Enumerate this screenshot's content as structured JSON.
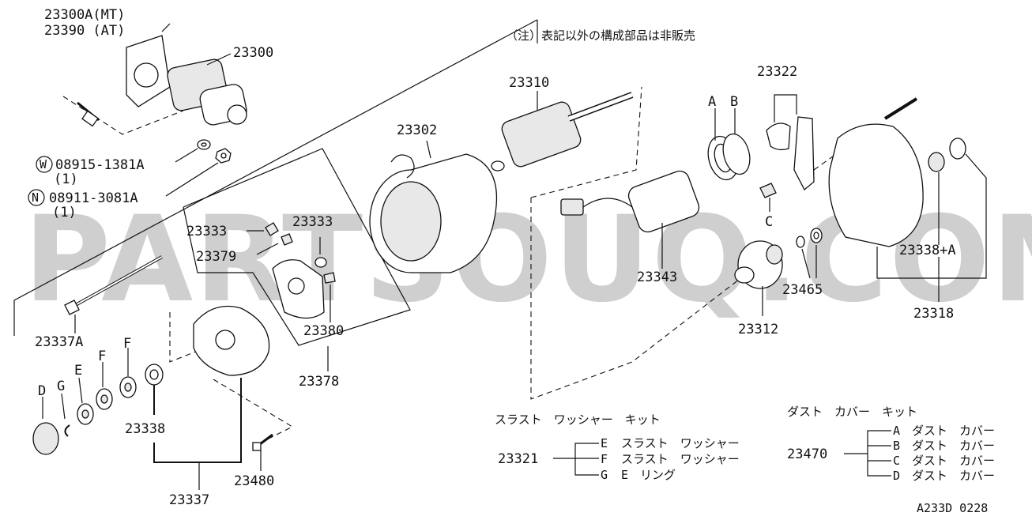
{
  "diagram": {
    "note": "（注）表記以外の構成部品は非販売",
    "watermark": "PARTSOUQ.COM",
    "figure_code": "A233D 0228",
    "parts": {
      "p23300a": "23300A(MT)",
      "p23390": "23390 (AT)",
      "p23300": "23300",
      "w_sym": "W",
      "w_num": "08915-1381A",
      "w_qty": "(1)",
      "n_sym": "N",
      "n_num": "08911-3081A",
      "n_qty": "(1)",
      "p23333a": "23333",
      "p23333b": "23333",
      "p23379": "23379",
      "p23380": "23380",
      "p23378": "23378",
      "p23337a": "23337A",
      "p23302": "23302",
      "p23310": "23310",
      "p23343": "23343",
      "p23312": "23312",
      "p23465": "23465",
      "p23322": "23322",
      "p23338a": "23338+A",
      "p23318": "23318",
      "p23338": "23338",
      "p23337": "23337",
      "p23480": "23480"
    },
    "letters": {
      "a": "A",
      "b": "B",
      "c": "C",
      "d": "D",
      "g": "G",
      "e": "E",
      "f1": "F",
      "f2": "F"
    },
    "kit_thrust": {
      "title": "スラスト　ワッシャー　キット",
      "code": "23321",
      "items": [
        {
          "key": "E",
          "name": "スラスト　ワッシャー"
        },
        {
          "key": "F",
          "name": "スラスト　ワッシャー"
        },
        {
          "key": "G",
          "name": "E　リング"
        }
      ]
    },
    "kit_dust": {
      "title": "ダスト　カバー　キット",
      "code": "23470",
      "items": [
        {
          "key": "A",
          "name": "ダスト　カバー"
        },
        {
          "key": "B",
          "name": "ダスト　カバー"
        },
        {
          "key": "C",
          "name": "ダスト　カバー"
        },
        {
          "key": "D",
          "name": "ダスト　カバー"
        }
      ]
    }
  }
}
